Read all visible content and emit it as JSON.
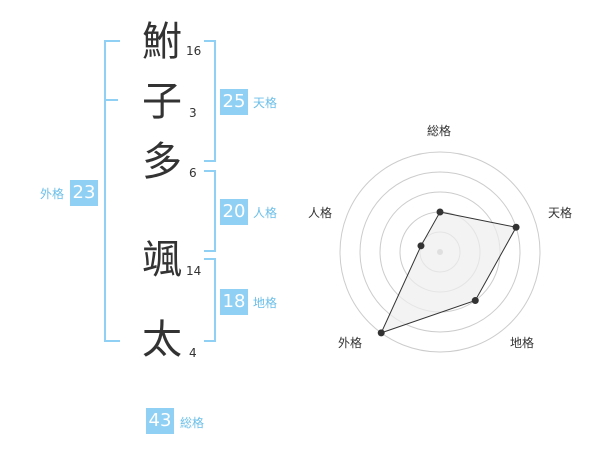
{
  "name": {
    "characters": [
      {
        "char": "鮒",
        "strokes": "16"
      },
      {
        "char": "子",
        "strokes": "3"
      },
      {
        "char": "多",
        "strokes": "6"
      },
      {
        "char": "颯",
        "strokes": "14"
      },
      {
        "char": "太",
        "strokes": "4"
      }
    ]
  },
  "scores": {
    "tenkaku": {
      "value": "25",
      "label": "天格"
    },
    "jinkaku": {
      "value": "20",
      "label": "人格"
    },
    "chikaku": {
      "value": "18",
      "label": "地格"
    },
    "gaikaku": {
      "value": "23",
      "label": "外格"
    },
    "soukaku": {
      "value": "43",
      "label": "総格"
    }
  },
  "chart_data": {
    "type": "radar",
    "axes": [
      "総格",
      "天格",
      "地格",
      "外格",
      "人格"
    ],
    "values": [
      2,
      4,
      3,
      5,
      1
    ],
    "max": 5,
    "rings": 5,
    "colors": {
      "fill": "#eeeeee",
      "stroke": "#333333",
      "grid": "#cccccc"
    }
  }
}
